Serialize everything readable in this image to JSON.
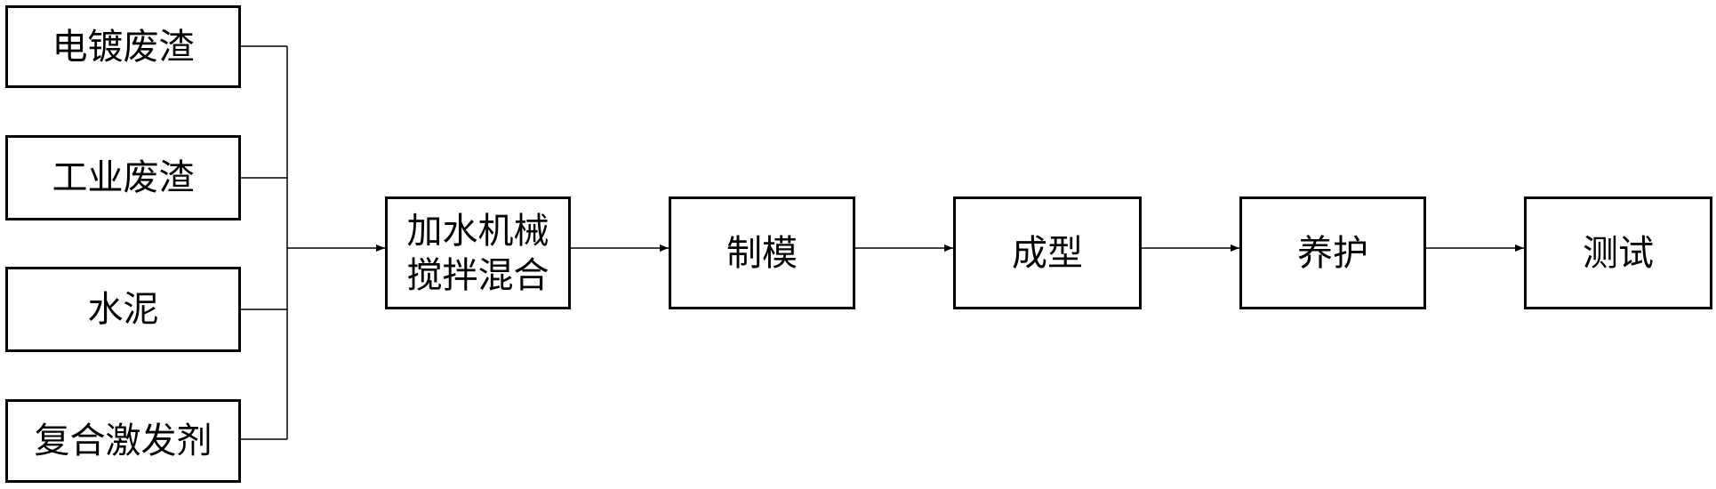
{
  "inputs": [
    {
      "id": "input-electroplating",
      "label": "电镀废渣"
    },
    {
      "id": "input-industrial",
      "label": "工业废渣"
    },
    {
      "id": "input-cement",
      "label": "水泥"
    },
    {
      "id": "input-activator",
      "label": "复合激发剂"
    }
  ],
  "steps": [
    {
      "id": "mix",
      "lines": [
        "加水机械",
        "搅拌混合"
      ]
    },
    {
      "id": "mold",
      "lines": [
        "制模"
      ]
    },
    {
      "id": "form",
      "lines": [
        "成型"
      ]
    },
    {
      "id": "cure",
      "lines": [
        "养护"
      ]
    },
    {
      "id": "test",
      "lines": [
        "测试"
      ]
    }
  ],
  "colors": {
    "stroke": "#000000",
    "background": "#ffffff"
  }
}
